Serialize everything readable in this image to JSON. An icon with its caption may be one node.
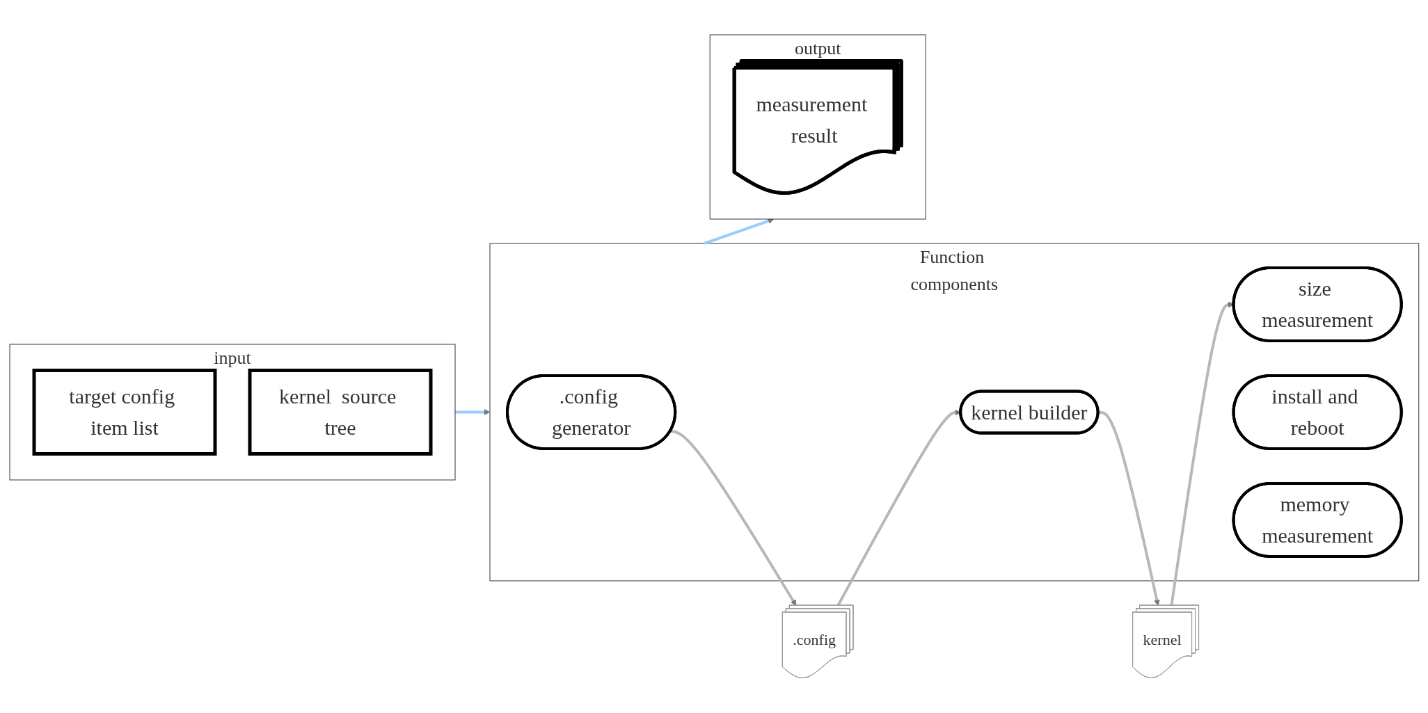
{
  "diagram": {
    "nodes": [
      {
        "text": [
          "input"
        ]
      },
      {
        "text": [
          "target config item list"
        ],
        "in": 0
      },
      {
        "text": [
          "kernel  source tree"
        ],
        "in": 0
      },
      {
        "text": [
          "Function components"
        ]
      },
      {
        "text": [
          ".config generator"
        ],
        "in": 3
      },
      {
        "text": [
          "kernel builder"
        ],
        "in": 3
      },
      {
        "text": [
          "size measurement"
        ],
        "in": 3
      },
      {
        "text": [
          "install and reboot"
        ],
        "in": 3
      },
      {
        "text": [
          "memory measurement"
        ],
        "in": 3
      },
      {
        "text": [
          ".config"
        ]
      },
      {
        "text": [
          "kernel"
        ]
      },
      {
        "text": [
          "output"
        ]
      },
      {
        "text": [
          "measurement result"
        ],
        "in": 11
      }
    ],
    "edges": [
      {
        "from": 0,
        "to": 3,
        "arrow": "to",
        "color": "#99ccff"
      },
      {
        "from": 4,
        "to": 9,
        "arrow": "to"
      },
      {
        "from": 9,
        "to": 5,
        "arrow": "to"
      },
      {
        "from": 5,
        "to": 10,
        "arrow": "to"
      },
      {
        "from": 10,
        "to": 6,
        "arrow": "to"
      },
      {
        "from": 3,
        "to": 11,
        "arrow": "to",
        "color": "#99ccff"
      }
    ]
  }
}
